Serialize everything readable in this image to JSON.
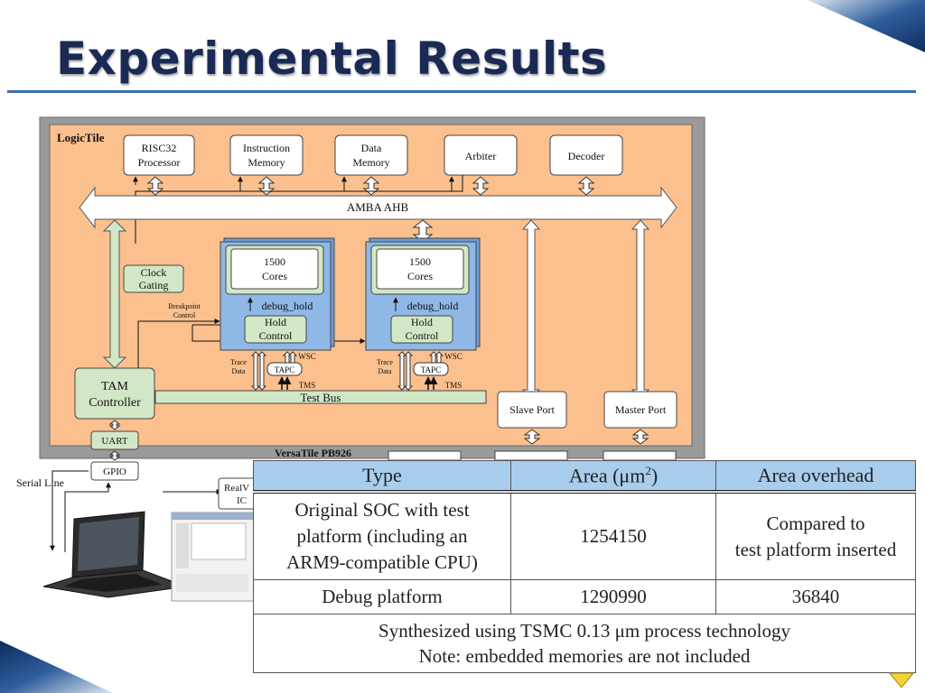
{
  "slide": {
    "title": "Experimental Results"
  },
  "diagram": {
    "logic_tile_label": "LogicTile",
    "blocks": {
      "risc32_line1": "RISC32",
      "risc32_line2": "Processor",
      "imem_line1": "Instruction",
      "imem_line2": "Memory",
      "dmem_line1": "Data",
      "dmem_line2": "Memory",
      "arbiter": "Arbiter",
      "decoder": "Decoder",
      "amba": "AMBA AHB",
      "clock_line1": "Clock",
      "clock_line2": "Gating",
      "breakpoint_line1": "Breakpoint",
      "breakpoint_line2": "Control",
      "cores_line1": "1500",
      "cores_line2": "Cores",
      "debug_hold": "debug_hold",
      "hold_line1": "Hold",
      "hold_line2": "Control",
      "trace_line1": "Trace",
      "trace_line2": "Data",
      "tapc": "TAPC",
      "wsc": "WSC",
      "tms": "TMS",
      "tam_line1": "TAM",
      "tam_line2": "Controller",
      "test_bus": "Test Bus",
      "slave_port": "Slave Port",
      "master_port": "Master Port",
      "uart": "UART",
      "gpio": "GPIO",
      "serial_line": "Serial Line",
      "versatile_partial": "VersaTile PB926",
      "realview_line1": "RealV",
      "realview_line2": "IC"
    }
  },
  "table": {
    "headers": {
      "type": "Type",
      "area_prefix": "Area (μm",
      "area_sup": "2",
      "area_suffix": ")",
      "overhead": "Area overhead"
    },
    "row1": {
      "type_l1": "Original SOC with test",
      "type_l2": "platform (including an",
      "type_l3": "ARM9-compatible CPU)",
      "area": "1254150",
      "overhead_l1": "Compared to",
      "overhead_l2": "test platform inserted"
    },
    "row2": {
      "type": "Debug platform",
      "area": "1290990",
      "overhead": "36840"
    },
    "note_l1": "Synthesized using TSMC 0.13 μm process technology",
    "note_l2": "Note: embedded memories are not included"
  },
  "colors": {
    "title": "#1a2a55",
    "rule": "#3d6fa8",
    "logic_tile_fill": "#fbc08d",
    "core_fill": "#8fb8e6",
    "block_green": "#d2e7c6",
    "table_header": "#a9cdec"
  }
}
